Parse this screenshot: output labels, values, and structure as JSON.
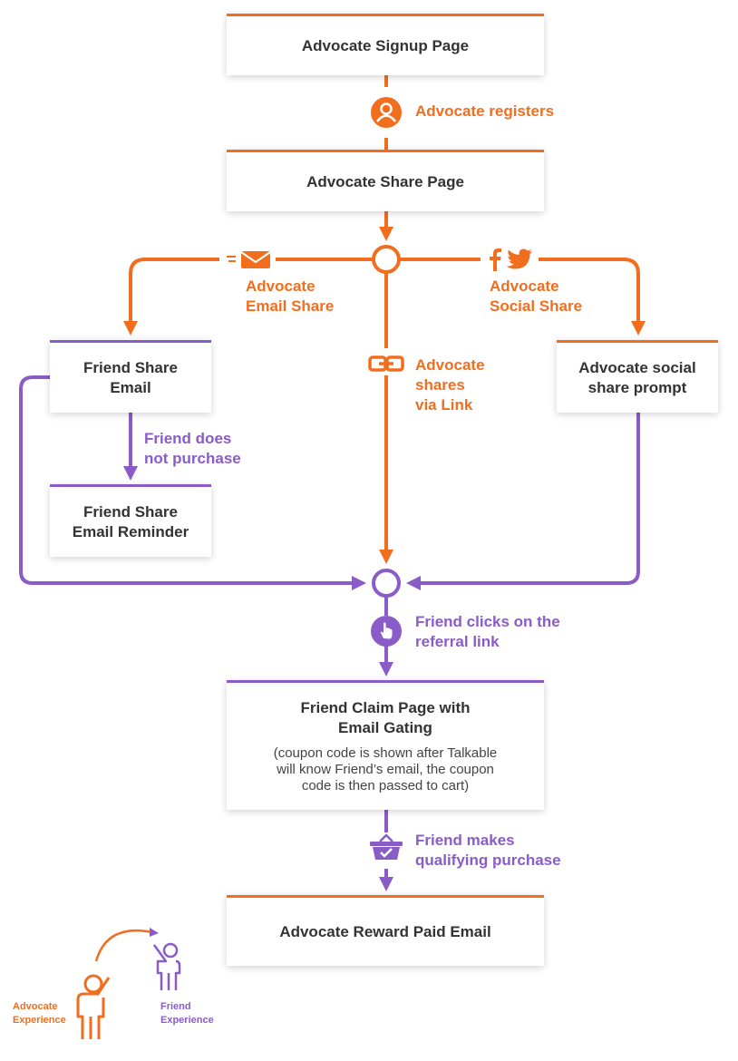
{
  "colors": {
    "advocate": "#f26e1f",
    "friend": "#8a5cc8",
    "text": "#333333"
  },
  "boxes": {
    "signup": "Advocate Signup Page",
    "share_page": "Advocate Share Page",
    "friend_share_email_l1": "Friend Share",
    "friend_share_email_l2": "Email",
    "friend_reminder_l1": "Friend Share",
    "friend_reminder_l2": "Email Reminder",
    "social_prompt_l1": "Advocate social",
    "social_prompt_l2": "share prompt",
    "claim_l1": "Friend Claim Page with",
    "claim_l2": "Email Gating",
    "claim_note_l1": "(coupon code is shown after Talkable",
    "claim_note_l2": "will know Friend’s email, the coupon",
    "claim_note_l3": "code is then passed to cart)",
    "reward": "Advocate Reward Paid Email"
  },
  "labels": {
    "registers": "Advocate registers",
    "email_share_l1": "Advocate",
    "email_share_l2": "Email Share",
    "social_share_l1": "Advocate",
    "social_share_l2": "Social Share",
    "link_l1": "Advocate",
    "link_l2": "shares",
    "link_l3": "via Link",
    "no_purchase_l1": "Friend does",
    "no_purchase_l2": "not purchase",
    "clicks_l1": "Friend clicks on the",
    "clicks_l2": "referral link",
    "purchase_l1": "Friend makes",
    "purchase_l2": "qualifying purchase"
  },
  "legend": {
    "advocate_l1": "Advocate",
    "advocate_l2": "Experience",
    "friend_l1": "Friend",
    "friend_l2": "Experience"
  },
  "icons": [
    "user-icon",
    "email-icon",
    "facebook-icon",
    "twitter-icon",
    "link-icon",
    "pointer-hand-icon",
    "basket-icon"
  ]
}
